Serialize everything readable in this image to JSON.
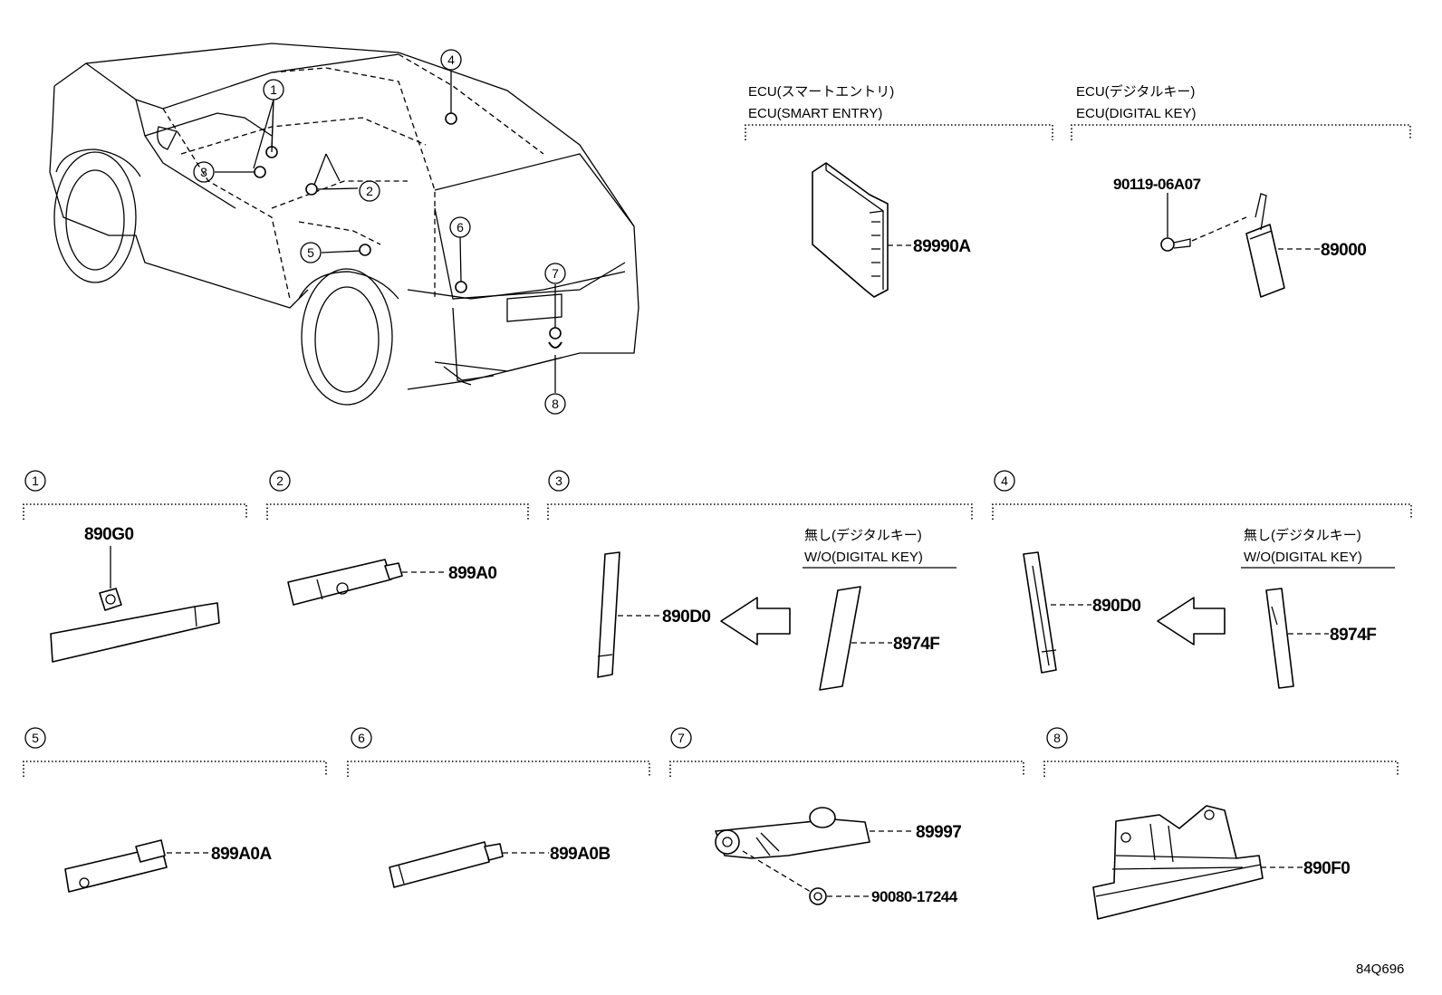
{
  "ecu_smart_entry": {
    "jp": "ECU(スマートエントリ)",
    "en": "ECU(SMART ENTRY)",
    "part": "89990A"
  },
  "ecu_digital_key": {
    "jp": "ECU(デジタルキー)",
    "en": "ECU(DIGITAL KEY)",
    "bolt": "90119-06A07",
    "part": "89000"
  },
  "callouts": [
    "1",
    "2",
    "3",
    "4",
    "5",
    "6",
    "7",
    "8"
  ],
  "sec1": {
    "part": "890G0"
  },
  "sec2": {
    "part": "899A0"
  },
  "sec3": {
    "part": "890D0",
    "alt_jp": "無し(デジタルキー)",
    "alt_en": "W/O(DIGITAL KEY)",
    "alt_part": "8974F"
  },
  "sec4": {
    "part": "890D0",
    "alt_jp": "無し(デジタルキー)",
    "alt_en": "W/O(DIGITAL KEY)",
    "alt_part": "8974F"
  },
  "sec5": {
    "part": "899A0A"
  },
  "sec6": {
    "part": "899A0B"
  },
  "sec7": {
    "part": "89997",
    "nut": "90080-17244"
  },
  "sec8": {
    "part": "890F0"
  },
  "drawing_code": "84Q696"
}
